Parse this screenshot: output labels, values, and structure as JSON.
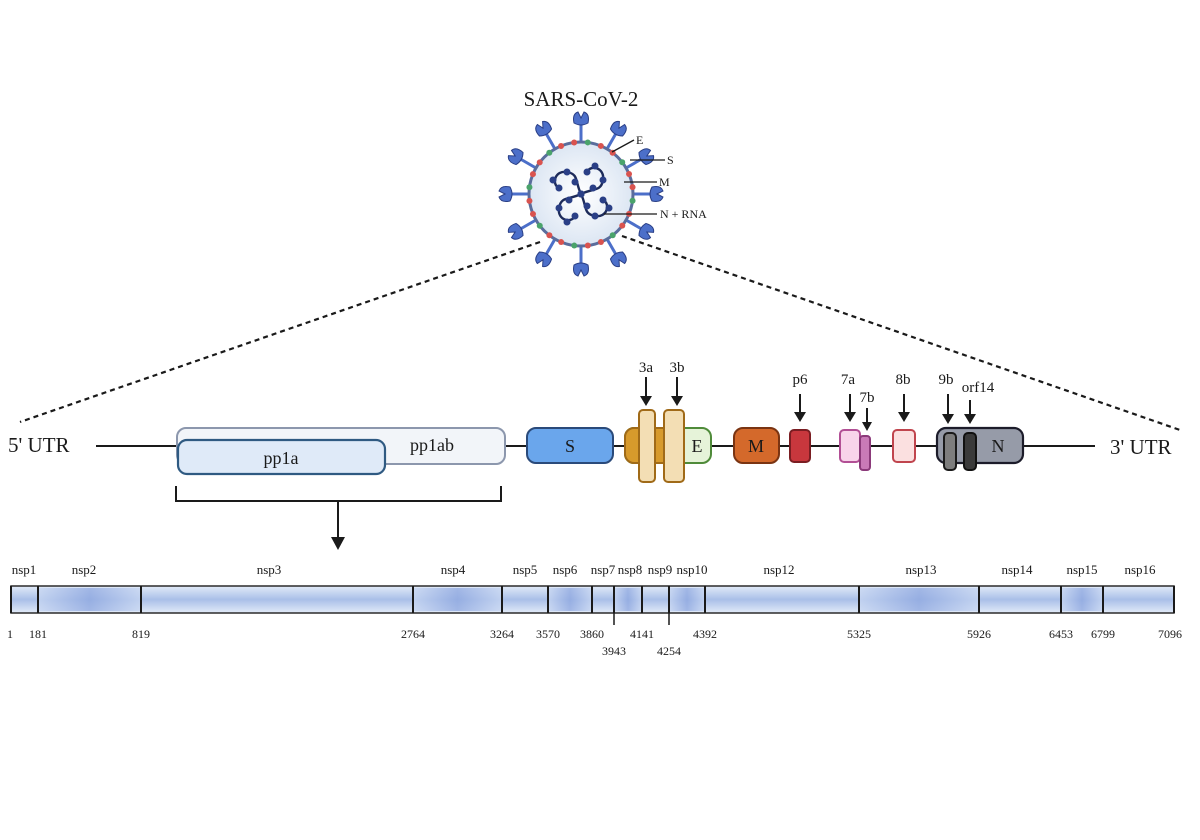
{
  "title": "SARS-CoV-2",
  "virion_labels": {
    "e": "E",
    "s": "S",
    "m": "M",
    "n_rna": "N + RNA"
  },
  "genome": {
    "utr5": "5' UTR",
    "utr3": "3' UTR",
    "pp1a": "pp1a",
    "pp1ab": "pp1ab",
    "s": "S",
    "e": "E",
    "m": "M",
    "n": "N"
  },
  "accessory": {
    "a3a": "3a",
    "a3b": "3b",
    "p6": "p6",
    "a7a": "7a",
    "a7b": "7b",
    "a8b": "8b",
    "a9b": "9b",
    "orf14": "orf14"
  },
  "nsp": {
    "labels": [
      "nsp1",
      "nsp2",
      "nsp3",
      "nsp4",
      "nsp5",
      "nsp6",
      "nsp7",
      "nsp8",
      "nsp9",
      "nsp10",
      "nsp12",
      "nsp13",
      "nsp14",
      "nsp15",
      "nsp16"
    ],
    "positions": [
      "1",
      "181",
      "819",
      "2764",
      "3264",
      "3570",
      "3860",
      "3943",
      "4141",
      "4254",
      "4392",
      "5325",
      "5926",
      "6453",
      "6799",
      "7096"
    ]
  },
  "colors": {
    "s": "#6aa6ec",
    "e": "#e6f3d9",
    "m": "#d4692b",
    "p6": "#c8373d",
    "orf3": "#f3deb4",
    "orf3_dark": "#d79a2c",
    "orf7a": "#f8d4ea",
    "orf7b": "#c97ab7",
    "orf8b": "#fbe0e0",
    "n": "#969ba8",
    "pp1a": "#dfeaf8",
    "pp1ab": "#f2f5f9",
    "virion_spike": "#4c6fc9",
    "virion_m": "#d9534f",
    "virion_e": "#4aa36b"
  }
}
